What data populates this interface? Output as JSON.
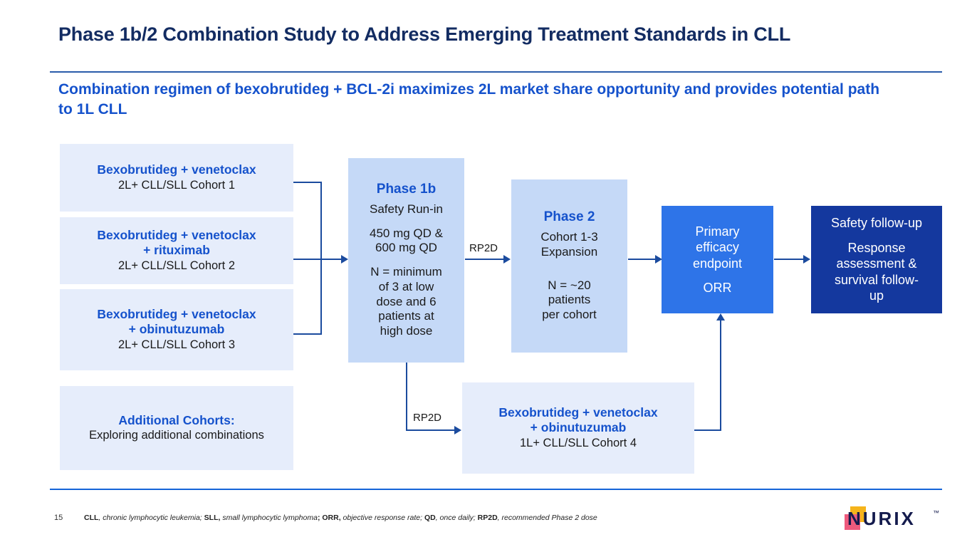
{
  "header": {
    "title": "Phase 1b/2 Combination Study to Address Emerging Treatment Standards in CLL",
    "subtitle": "Combination regimen of bexobrutideg + BCL-2i maximizes 2L market share opportunity and provides potential path to 1L CLL"
  },
  "cohorts": [
    {
      "title": "Bexobrutideg + venetoclax",
      "subtitle": "2L+ CLL/SLL Cohort 1"
    },
    {
      "title": "Bexobrutideg + venetoclax\n+ rituximab",
      "subtitle": "2L+ CLL/SLL Cohort 2"
    },
    {
      "title": "Bexobrutideg + venetoclax\n+ obinutuzumab",
      "subtitle": "2L+ CLL/SLL Cohort 3"
    },
    {
      "title": "Additional Cohorts:",
      "subtitle": "Exploring additional combinations"
    }
  ],
  "phase1b": {
    "heading": "Phase 1b",
    "line1": "Safety Run-in",
    "line2": "450 mg QD &",
    "line3": "600 mg QD",
    "line4": "N = minimum",
    "line5": "of 3 at low",
    "line6": "dose and 6",
    "line7": "patients at",
    "line8": "high dose"
  },
  "phase2": {
    "heading": "Phase 2",
    "line1": "Cohort 1-3",
    "line2": "Expansion",
    "line3": "N = ~20",
    "line4": "patients",
    "line5": "per cohort"
  },
  "endpoint": {
    "line1": "Primary",
    "line2": "efficacy",
    "line3": "endpoint",
    "line4": "ORR"
  },
  "followup": {
    "line1": "Safety follow-up",
    "line2": "Response",
    "line3": "assessment &",
    "line4": "survival follow-",
    "line5": "up"
  },
  "cohort4": {
    "title1": "Bexobrutideg + venetoclax",
    "title2": "+ obinutuzumab",
    "subtitle": "1L+ CLL/SLL Cohort 4"
  },
  "edge_labels": {
    "rp2d_top": "RP2D",
    "rp2d_bottom": "RP2D"
  },
  "footer": {
    "page_number": "15",
    "footnote_parts": [
      {
        "text": "CLL",
        "bold": true
      },
      {
        "text": ", chronic lymphocytic leukemia; ",
        "bold": false
      },
      {
        "text": "SLL,",
        "bold": true
      },
      {
        "text": " small lymphocytic lymphoma",
        "bold": false
      },
      {
        "text": "; ORR,",
        "bold": true
      },
      {
        "text": " objective response rate; ",
        "bold": false
      },
      {
        "text": "QD",
        "bold": true
      },
      {
        "text": ", once daily; ",
        "bold": false
      },
      {
        "text": "RP2D",
        "bold": true
      },
      {
        "text": ", recommended Phase 2 dose",
        "bold": false
      }
    ],
    "logo_text": "NURIX",
    "logo_tm": "™"
  },
  "colors": {
    "title_navy": "#132C62",
    "accent_blue": "#1552CC",
    "pale_box": "#E6EDFB",
    "mid_box": "#C5D9F7",
    "bright_box": "#2E74E8",
    "navy_box": "#14389E",
    "connector": "#1B4B9E",
    "logo_yellow": "#F5B41B",
    "logo_pink": "#EE5A7D"
  }
}
